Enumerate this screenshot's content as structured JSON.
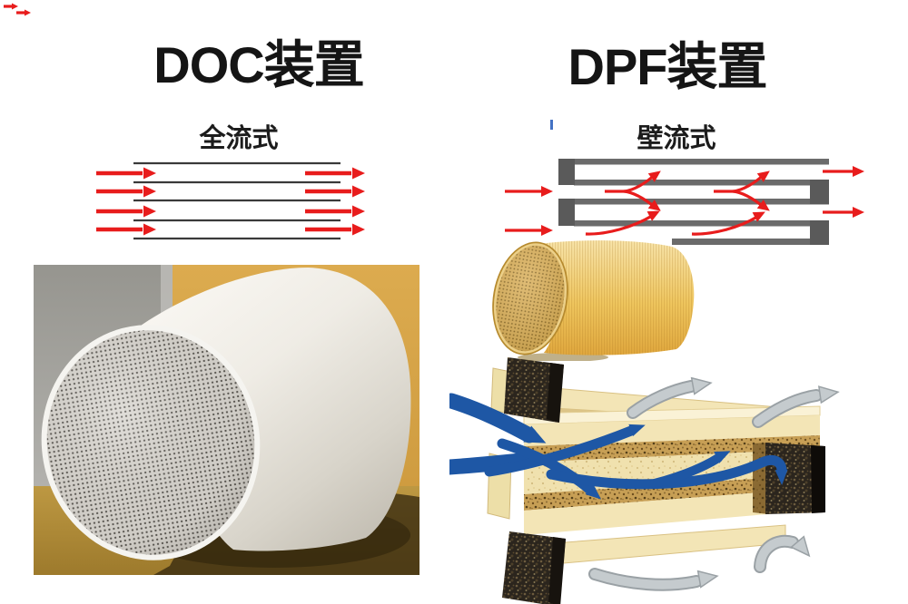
{
  "doc_panel": {
    "title": "DOC装置",
    "flow_label": "全流式",
    "diagram": {
      "channel_lines": 5,
      "inlet_arrows": 4,
      "outlet_arrows": 4
    }
  },
  "dpf_panel": {
    "title": "DPF装置",
    "flow_label": "壁流式",
    "diagram": {
      "inlet_arrows": 2,
      "outlet_arrows": 2,
      "wall_pass_splits": 2,
      "bottom_wall_pass_arrows": 2
    }
  },
  "colors": {
    "arrow_red": "#e81c1c",
    "line_dark": "#3a3a3a",
    "wall_gray": "#6b6b6b",
    "plug_gray": "#5a5a5a",
    "flow_blue": "#1e57a5",
    "exit_arrow_gray": "#c5cbce",
    "exit_arrow_outline": "#9aa1a5",
    "filter_cream": "#f3e5b6",
    "soot_tan": "#c79f55",
    "plug_dark": "#2b251d",
    "ceramic_white": "#efede7",
    "substrate_yellow": "#eec15f",
    "photo_wall_orange": "#d4a349",
    "photo_panel_gray": "#a2a19d",
    "photo_floor_tan": "#b08c38"
  }
}
